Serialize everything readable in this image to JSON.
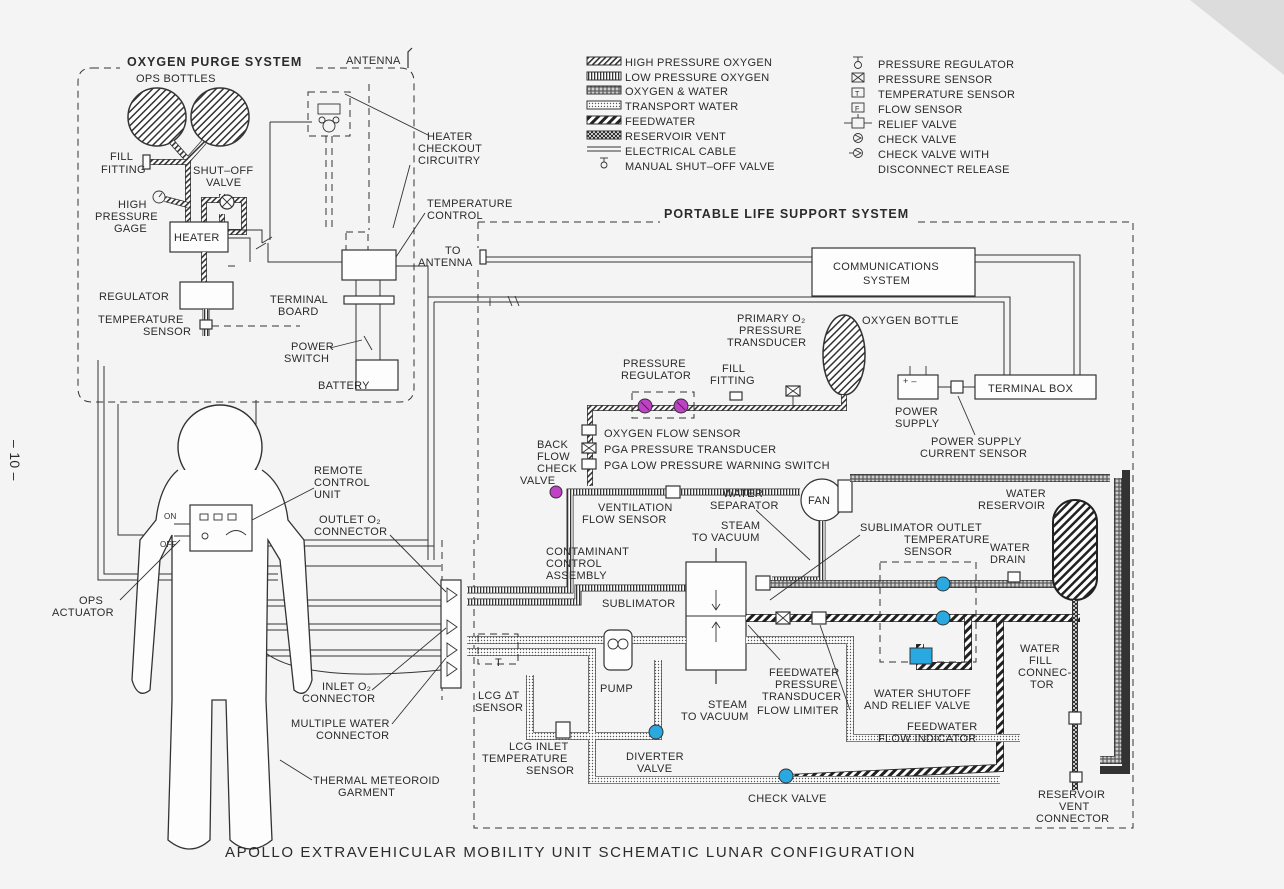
{
  "colors": {
    "ink": "#2b2b2b",
    "paper": "#f4f4f4",
    "valve_purple": "#c040c8",
    "valve_blue": "#2aa8e0"
  },
  "caption": "APOLLO EXTRAVEHICULAR MOBILITY UNIT SCHEMATIC LUNAR CONFIGURATION",
  "page_number": "– 10 –",
  "ops": {
    "title": "OXYGEN PURGE SYSTEM",
    "bottles": "OPS BOTTLES",
    "fill_fitting": [
      "FILL",
      "FITTING"
    ],
    "shutoff_valve": [
      "SHUT–OFF",
      "VALVE"
    ],
    "high_pressure_gage": [
      "HIGH",
      "PRESSURE",
      "GAGE"
    ],
    "heater": "HEATER",
    "regulator": "REGULATOR",
    "temperature_sensor": [
      "TEMPERATURE",
      "SENSOR"
    ],
    "heater_checkout": [
      "HEATER",
      "CHECKOUT",
      "CIRCUITRY"
    ],
    "temperature_control": [
      "TEMPERATURE",
      "CONTROL"
    ],
    "terminal_board": [
      "TERMINAL",
      "BOARD"
    ],
    "power_switch": [
      "POWER",
      "SWITCH"
    ],
    "battery": "BATTERY",
    "antenna": "ANTENNA"
  },
  "legend": {
    "lines": [
      "HIGH PRESSURE OXYGEN",
      "LOW PRESSURE OXYGEN",
      "OXYGEN & WATER",
      "TRANSPORT WATER",
      "FEEDWATER",
      "RESERVOIR VENT",
      "ELECTRICAL CABLE",
      "MANUAL SHUT–OFF VALVE"
    ],
    "symbols": [
      "PRESSURE REGULATOR",
      "PRESSURE SENSOR",
      "TEMPERATURE SENSOR",
      "FLOW SENSOR",
      "RELIEF VALVE",
      "CHECK VALVE",
      "CHECK VALVE WITH",
      "DISCONNECT RELEASE"
    ]
  },
  "plss": {
    "title": "PORTABLE LIFE SUPPORT SYSTEM",
    "to_antenna": [
      "TO",
      "ANTENNA"
    ],
    "comms": [
      "COMMUNICATIONS",
      "SYSTEM"
    ],
    "terminal_box": "TERMINAL BOX",
    "power_supply": [
      "POWER",
      "SUPPLY"
    ],
    "power_supply_sensor": [
      "POWER SUPPLY",
      "CURRENT SENSOR"
    ],
    "oxygen_bottle": "OXYGEN BOTTLE",
    "primary_o2": [
      "PRIMARY O₂",
      "PRESSURE",
      "TRANSDUCER"
    ],
    "pressure_regulator": [
      "PRESSURE",
      "REGULATOR"
    ],
    "fill_fitting": [
      "FILL",
      "FITTING"
    ],
    "oxygen_flow_sensor": "OXYGEN FLOW SENSOR",
    "pga_pressure_transducer": "PGA PRESSURE TRANSDUCER",
    "pga_warning_switch": "PGA LOW PRESSURE WARNING SWITCH",
    "back_flow": [
      "BACK",
      "FLOW",
      "CHECK",
      "VALVE"
    ],
    "ventilation_flow_sensor": [
      "VENTILATION",
      "FLOW SENSOR"
    ],
    "water_separator": [
      "WATER",
      "SEPARATOR"
    ],
    "fan": "FAN",
    "steam_top": [
      "STEAM",
      "TO VACUUM"
    ],
    "steam_bottom": [
      "STEAM",
      "TO VACUUM"
    ],
    "contaminant": [
      "CONTAMINANT",
      "CONTROL",
      "ASSEMBLY"
    ],
    "sublimator": "SUBLIMATOR",
    "sublimator_outlet": [
      "SUBLIMATOR OUTLET",
      "TEMPERATURE",
      "SENSOR"
    ],
    "water_reservoir": [
      "WATER",
      "RESERVOIR"
    ],
    "water_drain": [
      "WATER",
      "DRAIN"
    ],
    "water_fill": [
      "WATER",
      "FILL",
      "CONNEC-",
      "TOR"
    ],
    "pump": "PUMP",
    "feedwater_transducer": [
      "FEEDWATER",
      "PRESSURE",
      "TRANSDUCER"
    ],
    "flow_limiter": "FLOW LIMITER",
    "water_shutoff": [
      "WATER SHUTOFF",
      "AND RELIEF VALVE"
    ],
    "feedwater_flow": [
      "FEEDWATER",
      "FLOW INDICATOR"
    ],
    "lcg_dt": [
      "LCG ΔT",
      "SENSOR"
    ],
    "lcg_inlet": [
      "LCG INLET",
      "TEMPERATURE",
      "SENSOR"
    ],
    "diverter": [
      "DIVERTER",
      "VALVE"
    ],
    "check_valve": "CHECK VALVE",
    "reservoir_vent": [
      "RESERVOIR",
      "VENT",
      "CONNECTOR"
    ],
    "t_mark": "T"
  },
  "suit": {
    "remote_control": [
      "REMOTE",
      "CONTROL",
      "UNIT"
    ],
    "on": "ON",
    "off": "OFF",
    "outlet_o2": [
      "OUTLET O₂",
      "CONNECTOR"
    ],
    "ops_actuator": [
      "OPS",
      "ACTUATOR"
    ],
    "inlet_o2": [
      "INLET O₂",
      "CONNECTOR"
    ],
    "multiple_water": [
      "MULTIPLE WATER",
      "CONNECTOR"
    ],
    "thermal_garment": [
      "THERMAL METEOROID",
      "GARMENT"
    ]
  }
}
